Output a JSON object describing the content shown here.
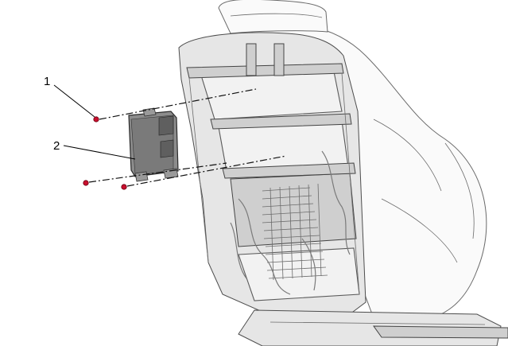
{
  "diagram": {
    "callouts": [
      {
        "label": "1",
        "part": "fastener"
      },
      {
        "label": "2",
        "part": "module"
      }
    ],
    "colors": {
      "fastener": "#c8102e",
      "module_body": "#8c8c8c",
      "seat_surface": "#f2f2f2",
      "outline": "#4d4d4d"
    }
  }
}
